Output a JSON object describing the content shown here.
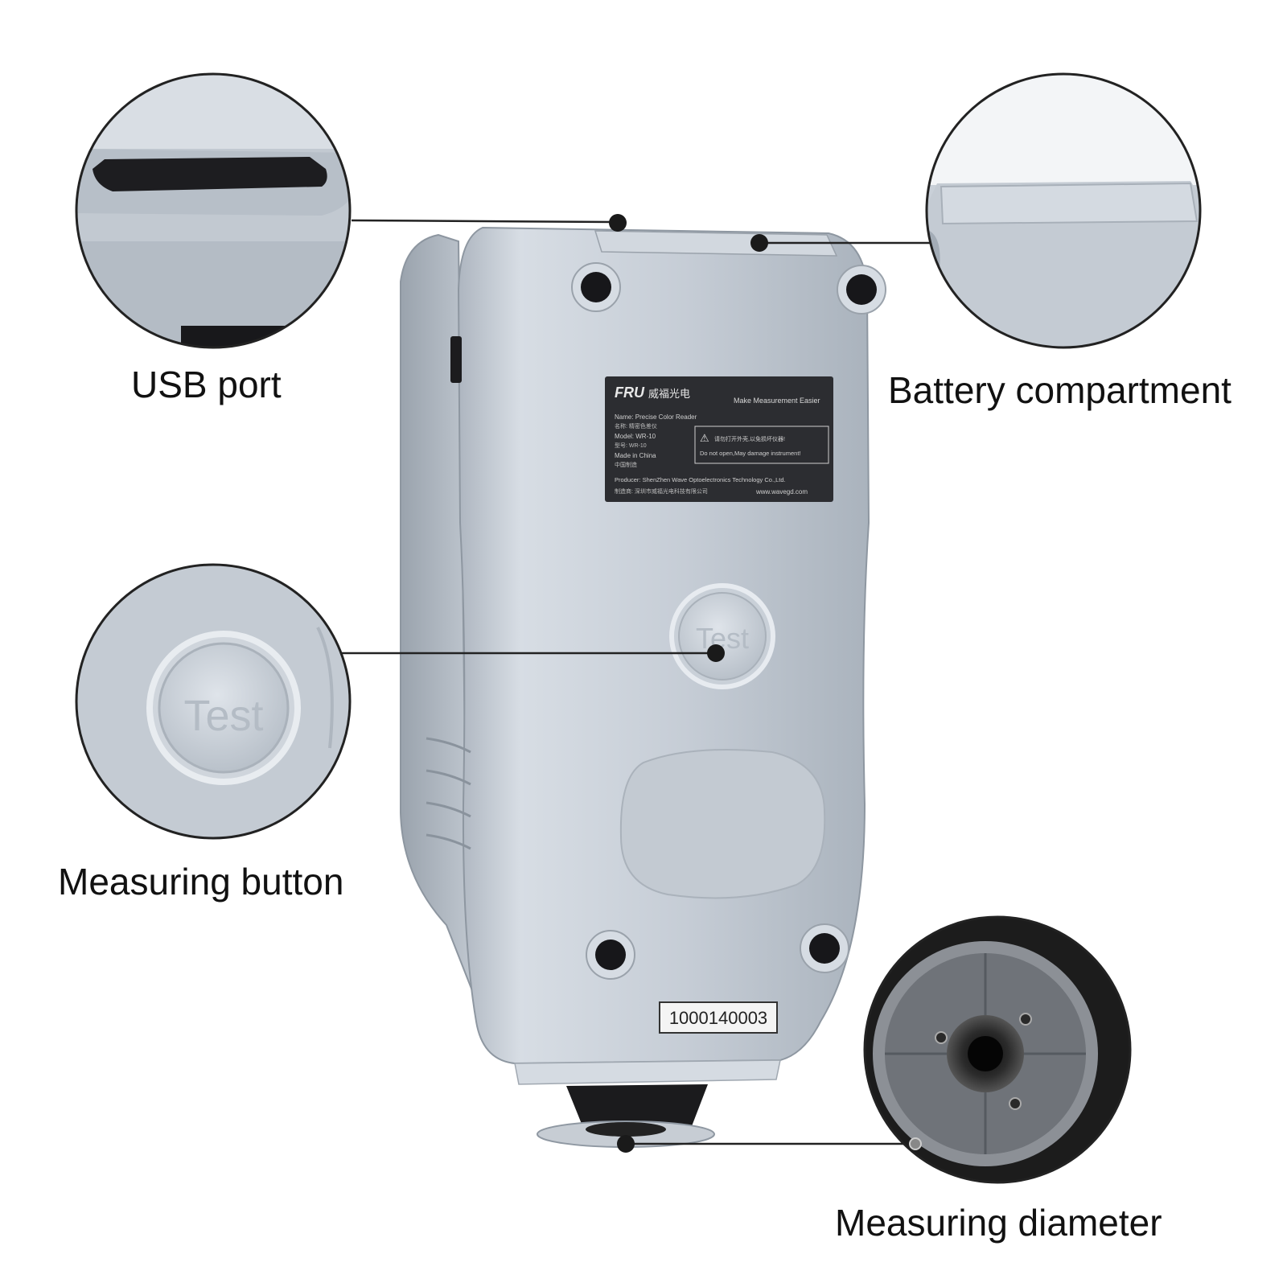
{
  "callouts": {
    "usb_port": "USB port",
    "battery_compartment": "Battery compartment",
    "measuring_button": "Measuring button",
    "measuring_diameter": "Measuring diameter"
  },
  "device": {
    "nameplate": {
      "brand": "FRU",
      "brand_cn": "威福光电",
      "slogan": "Make Measurement Easier",
      "name_line": "Name: Precise Color Reader",
      "name_cn": "名称: 精密色差仪",
      "model_line": "Model: WR-10",
      "model_cn": "型号: WR-10",
      "made_in": "Made in China",
      "made_in_cn": "中国制造",
      "warning_cn": "请勿打开外壳,以免损坏仪器!",
      "warning_en": "Do not open,May damage instrument!",
      "producer": "Producer: ShenZhen Wave Optoelectronics Technology Co.,Ltd.",
      "producer_cn": "制造商: 深圳市威福光电科技有限公司",
      "website": "www.wavegd.com"
    },
    "test_button_label": "Test",
    "serial_number": "1000140003"
  },
  "colors": {
    "device_body": "#c4cbd4",
    "device_highlight": "#e3e8ee",
    "plate_bg": "#2c2d31",
    "screw": "#1a1a1c",
    "line": "#222222"
  }
}
